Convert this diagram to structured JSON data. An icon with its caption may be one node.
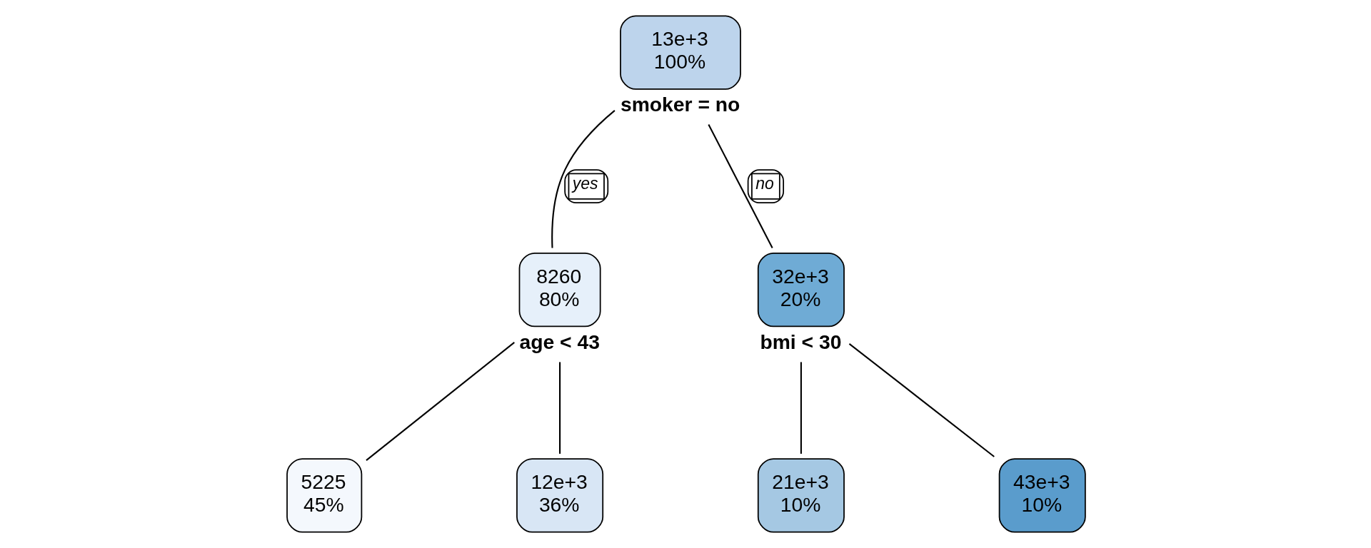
{
  "diagram": {
    "nodes": [
      {
        "text": [
          "13e+3",
          "100%"
        ],
        "beside": [
          "smoker = no"
        ]
      },
      {
        "text": [
          "8260",
          "80%"
        ],
        "beside": [
          "age < 43"
        ]
      },
      {
        "text": [
          "32e+3",
          "20%"
        ],
        "beside": [
          "bmi < 30"
        ]
      },
      {
        "text": [
          "5225",
          "45%"
        ]
      },
      {
        "text": [
          "12e+3",
          "36%"
        ]
      },
      {
        "text": [
          "21e+3",
          "10%"
        ]
      },
      {
        "text": [
          "43e+3",
          "10%"
        ]
      }
    ],
    "edges": [
      {
        "from": 0,
        "to": 1,
        "arrow": "none",
        "label": "yes"
      },
      {
        "from": 0,
        "to": 2,
        "arrow": "none",
        "label": "no"
      },
      {
        "from": 1,
        "to": 3,
        "arrow": "none"
      },
      {
        "from": 1,
        "to": 4,
        "arrow": "none"
      },
      {
        "from": 2,
        "to": 5,
        "arrow": "none"
      },
      {
        "from": 2,
        "to": 6,
        "arrow": "none"
      }
    ]
  }
}
